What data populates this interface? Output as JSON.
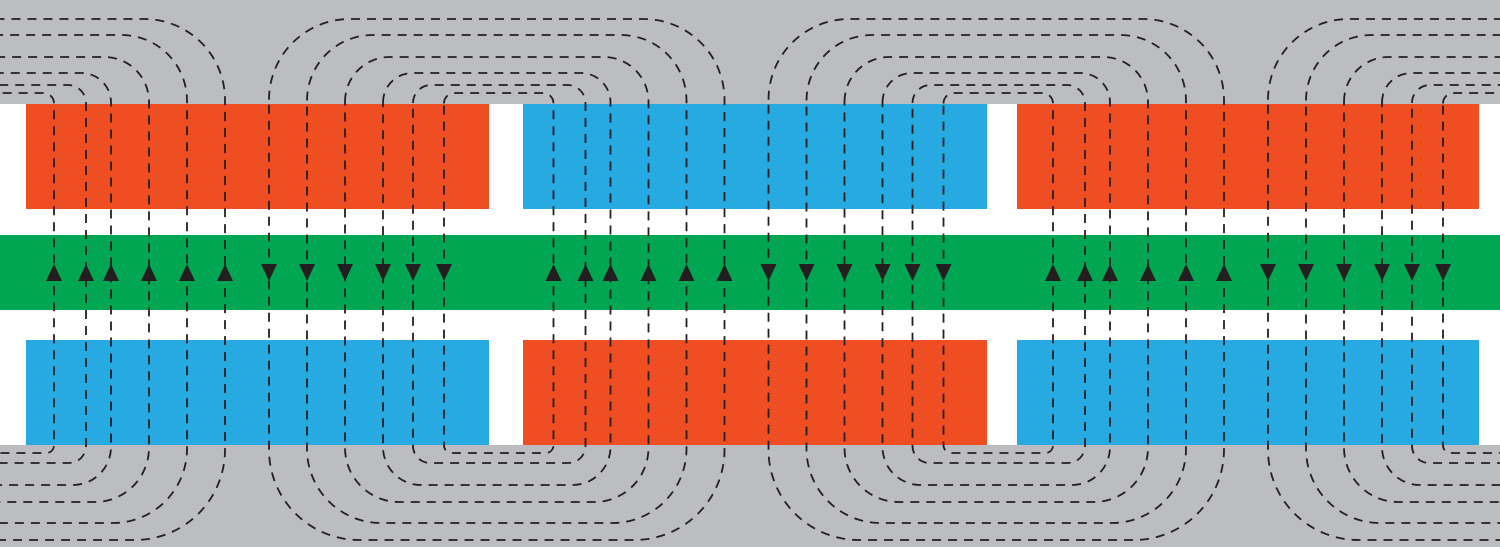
{
  "colors": {
    "background_band": "#bcbdc0",
    "gap": "#ffffff",
    "magnet_red": "#ef4e23",
    "magnet_blue": "#27a9e1",
    "center_band": "#00a651",
    "field_line": "#231f20",
    "arrow": "#231f20"
  },
  "magnets": {
    "top_row": [
      "magnet_red",
      "magnet_blue",
      "magnet_red"
    ],
    "bottom_row": [
      "magnet_blue",
      "magnet_red",
      "magnet_blue"
    ]
  },
  "field_lines": {
    "per_segment_up": 6,
    "per_segment_down": 6,
    "arrow_directions": [
      "up",
      "up",
      "up",
      "up",
      "up",
      "up",
      "down",
      "down",
      "down",
      "down",
      "down",
      "down"
    ],
    "style": "dashed"
  }
}
